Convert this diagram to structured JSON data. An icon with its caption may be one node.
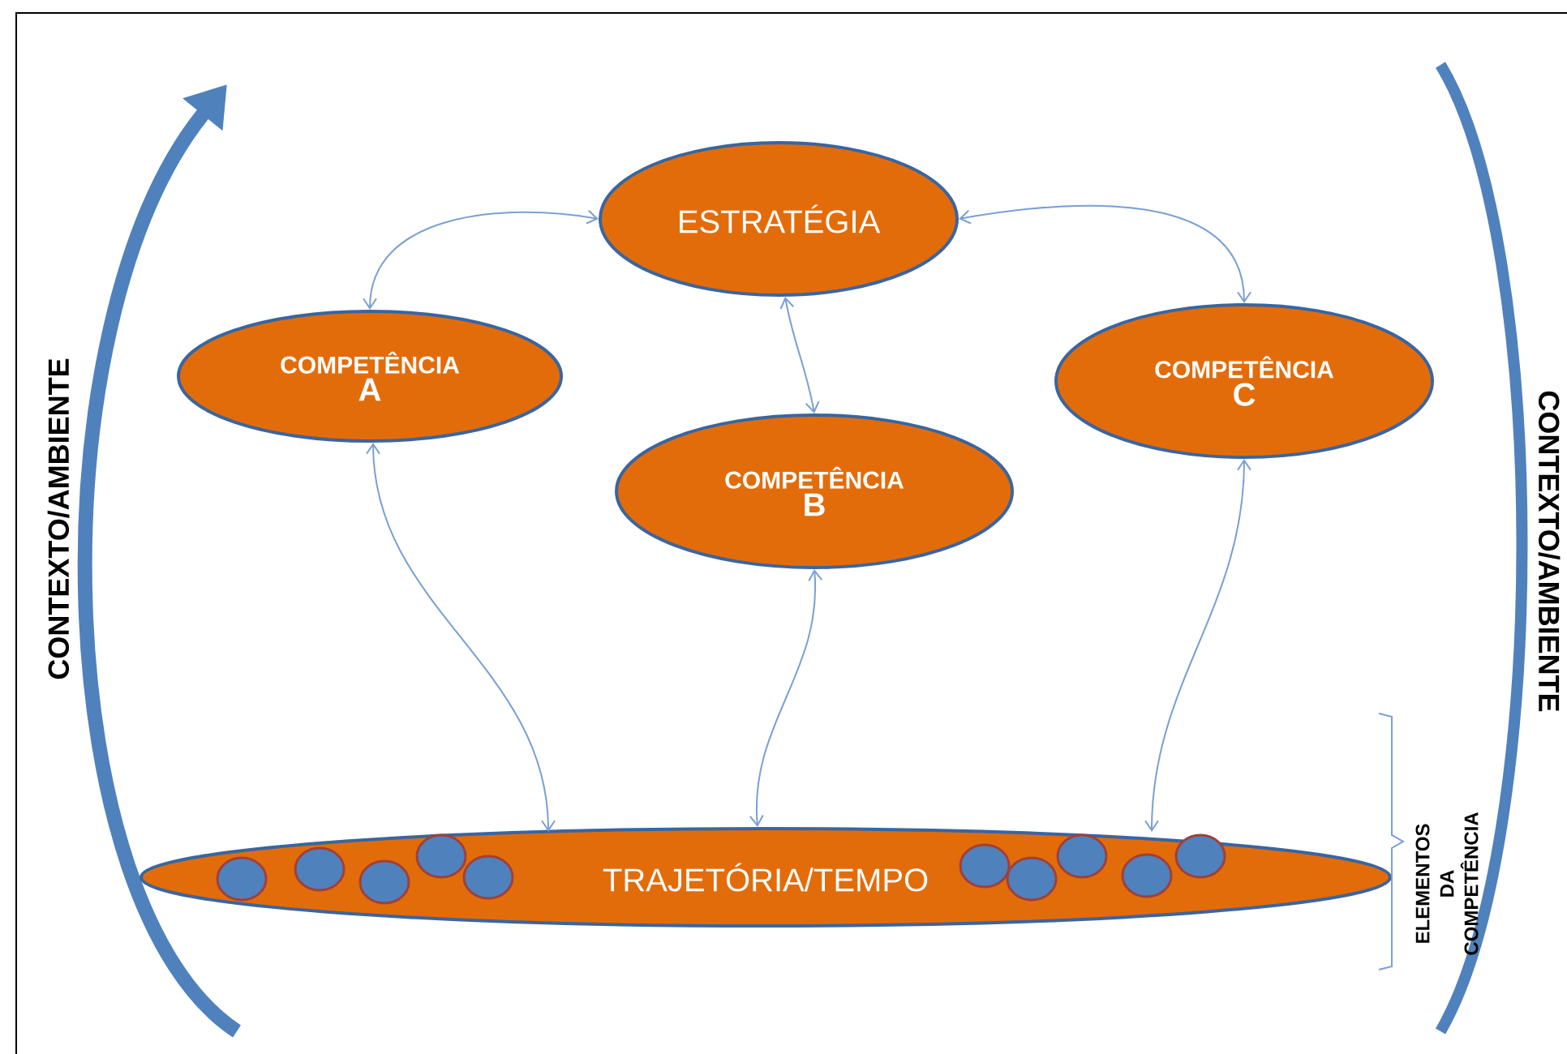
{
  "diagram": {
    "nodes": [
      {
        "text": [
          "ESTRATÉGIA"
        ]
      },
      {
        "text": [
          "COMPETÊNCIA",
          "A"
        ]
      },
      {
        "text": [
          "COMPETÊNCIA",
          "B"
        ]
      },
      {
        "text": [
          "COMPETÊNCIA",
          "C"
        ]
      },
      {
        "text": [
          "TRAJETÓRIA/TEMPO"
        ]
      }
    ],
    "edges": [
      {
        "from": 0,
        "to": 1,
        "arrow": "both"
      },
      {
        "from": 0,
        "to": 2,
        "arrow": "both"
      },
      {
        "from": 0,
        "to": 3,
        "arrow": "both"
      },
      {
        "from": 1,
        "to": 4,
        "arrow": "both"
      },
      {
        "from": 2,
        "to": 4,
        "arrow": "both"
      },
      {
        "from": 3,
        "to": 4,
        "arrow": "both"
      }
    ],
    "labels": [
      "CONTEXTO/AMBIENTE",
      "CONTEXTO/AMBIENTE",
      "ELEMENTOS DA COMPETÊNCIA"
    ]
  }
}
